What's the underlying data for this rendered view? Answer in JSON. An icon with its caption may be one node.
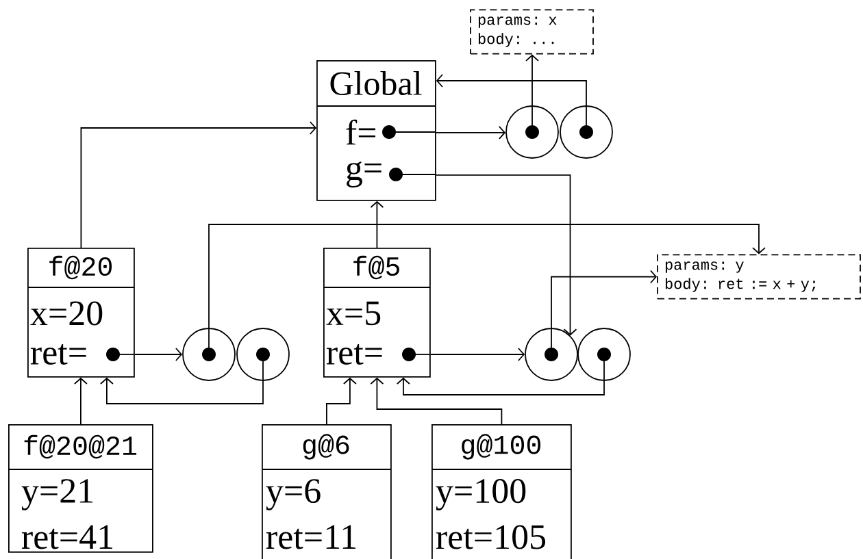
{
  "diagram": {
    "nodes": [
      {
        "text": [
          "Global",
          "f=",
          "g="
        ]
      },
      {
        "text": [],
        "shape": "circle"
      },
      {
        "text": [],
        "shape": "circle"
      },
      {
        "text": [
          "params: x",
          "body: ..."
        ]
      },
      {
        "text": [
          "f@20",
          "x=20",
          "ret="
        ]
      },
      {
        "text": [],
        "shape": "circle"
      },
      {
        "text": [],
        "shape": "circle"
      },
      {
        "text": [
          "f@5",
          "x=5",
          "ret="
        ]
      },
      {
        "text": [
          "params: y",
          "body: ret := x + y;"
        ]
      },
      {
        "text": [],
        "shape": "circle"
      },
      {
        "text": [],
        "shape": "circle"
      },
      {
        "text": [
          "f@20@21",
          "y=21",
          "ret=41"
        ]
      },
      {
        "text": [
          "g@6",
          "y=6",
          "ret=11"
        ]
      },
      {
        "text": [
          "g@100",
          "y=100",
          "ret=105"
        ]
      }
    ],
    "edges": [
      {
        "from": 0,
        "to": 1,
        "arrow": "to"
      },
      {
        "from": 0,
        "to": 9,
        "arrow": "to"
      },
      {
        "from": 1,
        "to": 3,
        "arrow": "to"
      },
      {
        "from": 2,
        "to": 0,
        "arrow": "to"
      },
      {
        "from": 4,
        "to": 0,
        "arrow": "to"
      },
      {
        "from": 4,
        "to": 5,
        "arrow": "to"
      },
      {
        "from": 5,
        "to": 8,
        "arrow": "to"
      },
      {
        "from": 6,
        "to": 4,
        "arrow": "to"
      },
      {
        "from": 7,
        "to": 0,
        "arrow": "to"
      },
      {
        "from": 7,
        "to": 9,
        "arrow": "to"
      },
      {
        "from": 9,
        "to": 8,
        "arrow": "to"
      },
      {
        "from": 10,
        "to": 7,
        "arrow": "to"
      },
      {
        "from": 11,
        "to": 4,
        "arrow": "to"
      },
      {
        "from": 12,
        "to": 7,
        "arrow": "to"
      },
      {
        "from": 13,
        "to": 7,
        "arrow": "to"
      }
    ]
  }
}
